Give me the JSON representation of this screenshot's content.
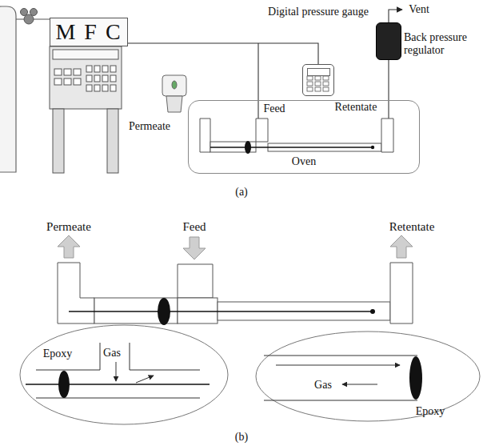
{
  "diagram": {
    "nodes": [
      {
        "text": [
          "M F C"
        ]
      },
      {
        "text": [
          "Digital pressure gauge"
        ]
      },
      {
        "text": [
          "Back pressure regulator"
        ]
      },
      {
        "text": [
          "Oven"
        ]
      }
    ],
    "edges": [
      {
        "from": 0,
        "to": 1,
        "arrow": "none"
      },
      {
        "from": 3,
        "to": 2,
        "arrow": "none"
      }
    ],
    "labels": [
      "Vent",
      "Feed",
      "Permeate",
      "Retentate",
      "(a)",
      "Permeate",
      "Feed",
      "Retentate",
      "Gas",
      "Epoxy",
      "Gas",
      "Epoxy",
      "(b)"
    ]
  }
}
